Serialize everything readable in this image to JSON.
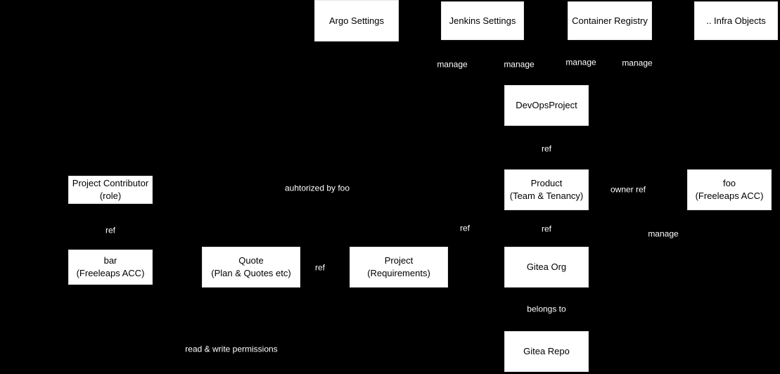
{
  "diagram": {
    "background_color": "#000000",
    "node_fill_color": "#ffffff",
    "node_text_color": "#000000",
    "edge_label_text_color": "#ffffff",
    "nodes": [
      {
        "id": "argo-settings",
        "label": "Argo Settings"
      },
      {
        "id": "jenkins-settings",
        "label": "Jenkins Settings"
      },
      {
        "id": "container-registry",
        "label": "Container Registry"
      },
      {
        "id": "infra-objects",
        "label": ".. Infra Objects"
      },
      {
        "id": "devops-project",
        "label": "DevOpsProject"
      },
      {
        "id": "product",
        "label": "Product\n(Team & Tenancy)"
      },
      {
        "id": "foo-freeleaps-acc",
        "label": "foo\n(Freeleaps ACC)"
      },
      {
        "id": "project-contributor",
        "label": "Project Contributor\n(role)"
      },
      {
        "id": "bar-freeleaps-acc",
        "label": "bar\n(Freeleaps ACC)"
      },
      {
        "id": "quote",
        "label": "Quote\n(Plan & Quotes etc)"
      },
      {
        "id": "project",
        "label": "Project\n(Requirements)"
      },
      {
        "id": "gitea-org",
        "label": "Gitea Org"
      },
      {
        "id": "gitea-repo",
        "label": "Gitea Repo"
      }
    ],
    "edge_labels": [
      {
        "id": "manage-argo",
        "text": "manage"
      },
      {
        "id": "manage-jenkins",
        "text": "manage"
      },
      {
        "id": "manage-registry",
        "text": "manage"
      },
      {
        "id": "manage-infra",
        "text": "manage"
      },
      {
        "id": "ref-devops-product",
        "text": "ref"
      },
      {
        "id": "authorized-by-foo",
        "text": "auhtorized by foo"
      },
      {
        "id": "owner-ref",
        "text": "owner ref"
      },
      {
        "id": "ref-contributor-bar",
        "text": "ref"
      },
      {
        "id": "ref-project-product",
        "text": "ref"
      },
      {
        "id": "ref-product-gitea-org",
        "text": "ref"
      },
      {
        "id": "manage-foo",
        "text": "manage"
      },
      {
        "id": "ref-quote-project",
        "text": "ref"
      },
      {
        "id": "belongs-to",
        "text": "belongs to"
      },
      {
        "id": "read-write-permissions",
        "text": "read & write permissions"
      }
    ]
  }
}
